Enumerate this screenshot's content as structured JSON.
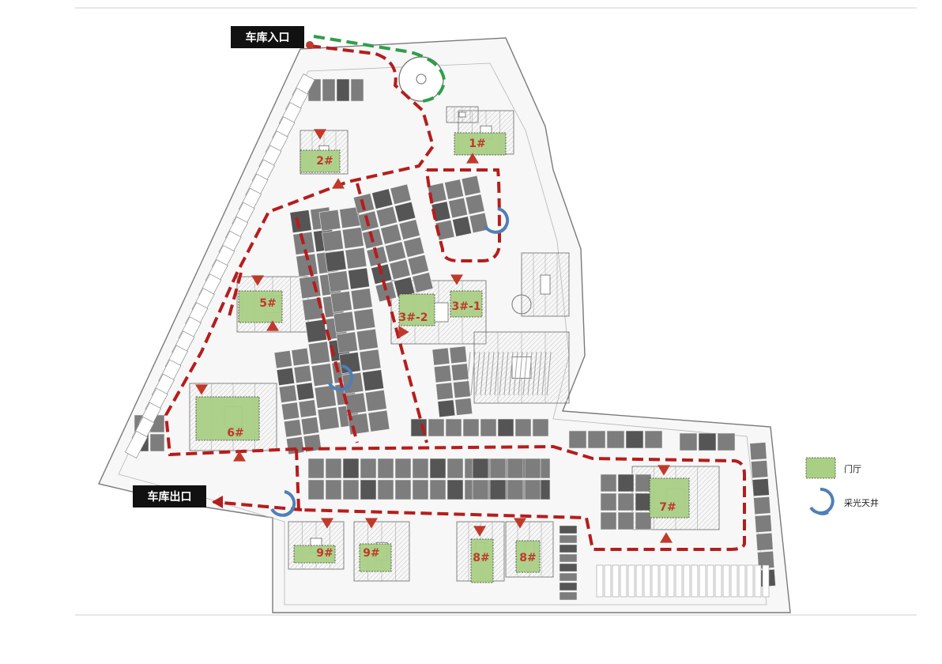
{
  "entrance": {
    "label": "车库入口"
  },
  "exit": {
    "label": "车库出口"
  },
  "buildings": [
    {
      "id": "b1",
      "label": "1#"
    },
    {
      "id": "b2",
      "label": "2#"
    },
    {
      "id": "b3a",
      "label": "3#-2"
    },
    {
      "id": "b3b",
      "label": "3#-1"
    },
    {
      "id": "b5",
      "label": "5#"
    },
    {
      "id": "b6",
      "label": "6#"
    },
    {
      "id": "b7",
      "label": "7#"
    },
    {
      "id": "b9a",
      "label": "9#"
    },
    {
      "id": "b9b",
      "label": "9#"
    },
    {
      "id": "b8a",
      "label": "8#"
    },
    {
      "id": "b8b",
      "label": "8#"
    }
  ],
  "legend": {
    "items": [
      {
        "symbol": "green-rect",
        "label": "门厅"
      },
      {
        "symbol": "blue-arc",
        "label": "采光天井"
      }
    ]
  },
  "colors": {
    "route_red": "#b71c1c",
    "route_green": "#2e9e4a",
    "lobby_green": "#a9cf85",
    "skylight_blue": "#4f7fb8",
    "badge_black": "#111111",
    "parking_gray": "#7d7d7d",
    "parking_dark": "#555555"
  }
}
